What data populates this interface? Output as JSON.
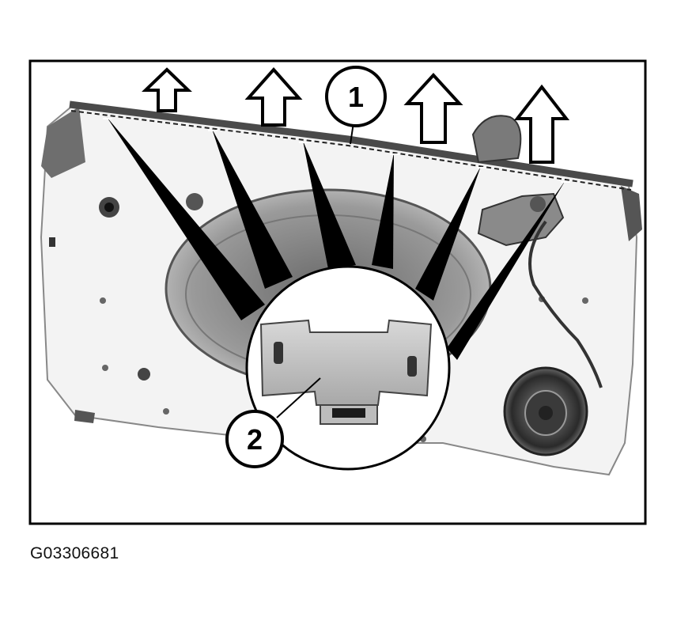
{
  "figure": {
    "caption": "G03306681",
    "callouts": [
      {
        "id": "1",
        "label": "1"
      },
      {
        "id": "2",
        "label": "2"
      }
    ],
    "colors": {
      "frame": "#000000",
      "door_panel": "#f2f2f2",
      "seal": "#5a5a5a",
      "arrow_fill": "#ffffff"
    }
  }
}
